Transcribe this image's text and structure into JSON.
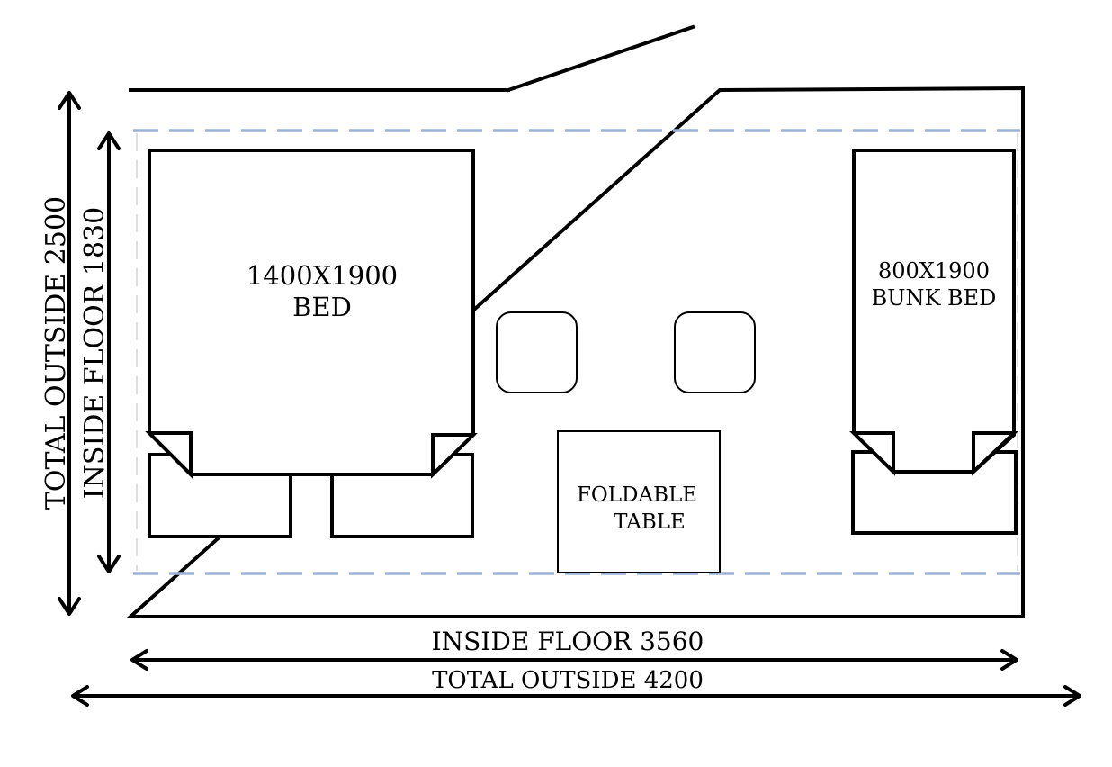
{
  "labels": {
    "main_bed": [
      "1400X1900",
      "BED"
    ],
    "bunk_bed": [
      "800X1900",
      "BUNK BED"
    ],
    "table": [
      "FOLDABLE",
      "TABLE"
    ],
    "inside_floor_width": "INSIDE FLOOR 3560",
    "total_outside_width": "TOTAL OUTSIDE 4200",
    "total_outside_depth": "TOTAL OUTSIDE 2500",
    "inside_floor_depth": "INSIDE FLOOR 1830"
  },
  "colors": {
    "line": "#000000",
    "inside_floor_dash": "#9db3d9",
    "background": "#ffffff"
  }
}
